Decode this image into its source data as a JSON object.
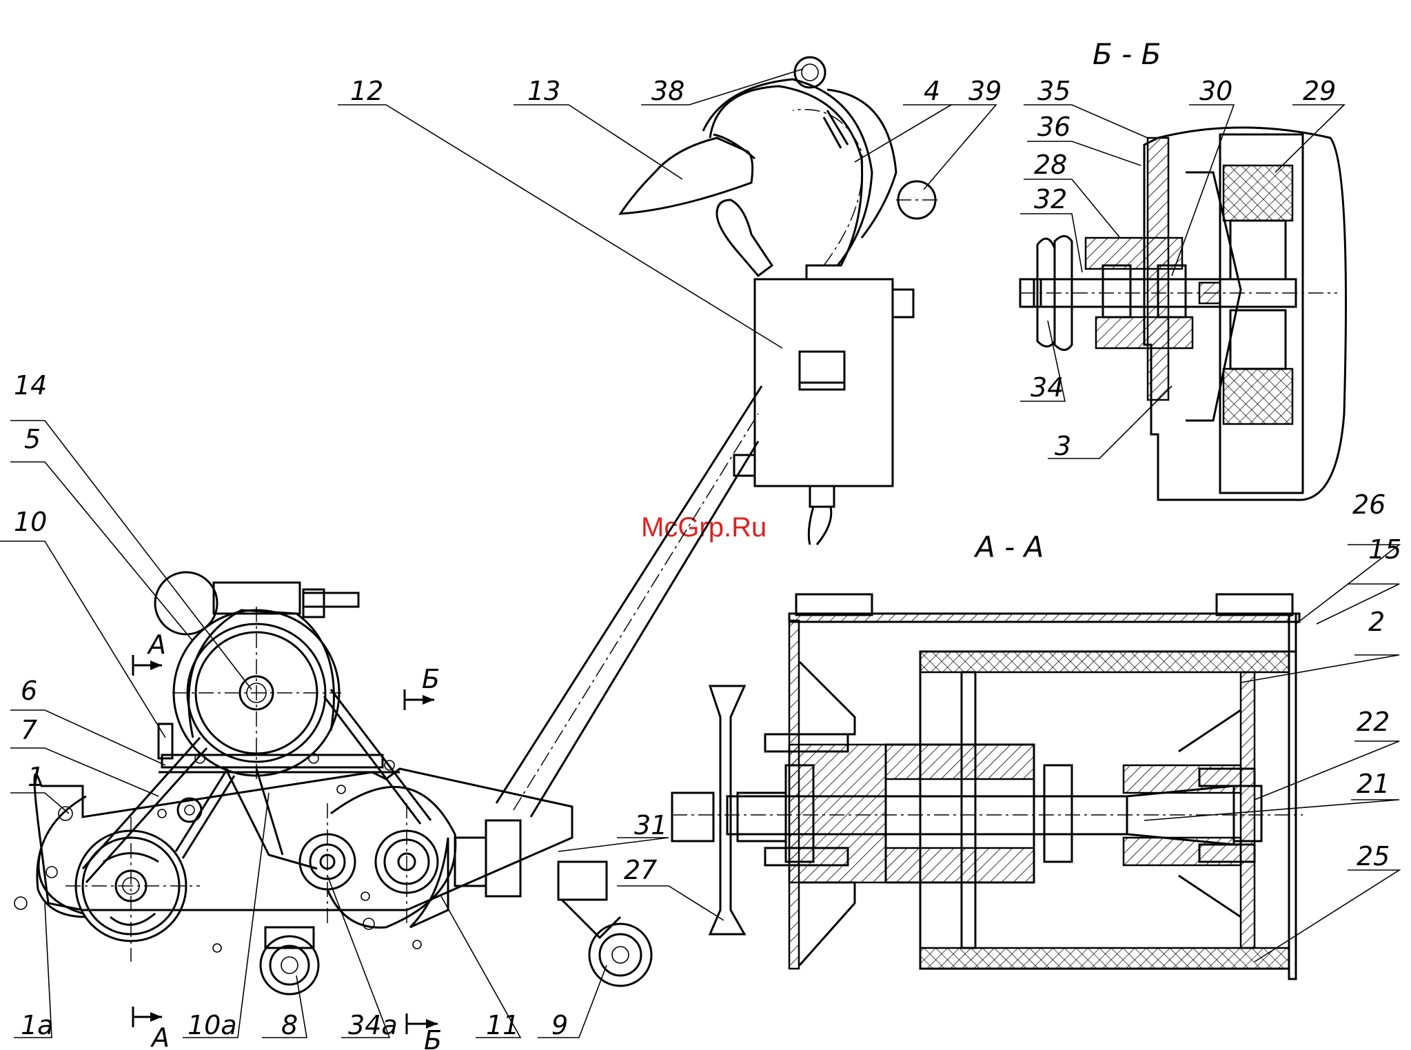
{
  "watermark": "McGrp.Ru",
  "section_titles": {
    "bb": "Б - Б",
    "aa": "А - А"
  },
  "section_marks": {
    "a_upper": "А",
    "a_lower": "А",
    "b_upper": "Б",
    "b_lower": "Б"
  },
  "labels": {
    "n1": "1",
    "n1a": "1а",
    "n2": "2",
    "n3": "3",
    "n4": "4",
    "n5": "5",
    "n6": "6",
    "n7": "7",
    "n8": "8",
    "n9": "9",
    "n10": "10",
    "n10a": "10а",
    "n11": "11",
    "n12": "12",
    "n13": "13",
    "n14": "14",
    "n15": "15",
    "n21": "21",
    "n22": "22",
    "n25": "25",
    "n26": "26",
    "n27": "27",
    "n28": "28",
    "n29": "29",
    "n30": "30",
    "n31": "31",
    "n32": "32",
    "n34": "34",
    "n34a": "34а",
    "n35": "35",
    "n36": "36",
    "n38": "38",
    "n39": "39"
  }
}
